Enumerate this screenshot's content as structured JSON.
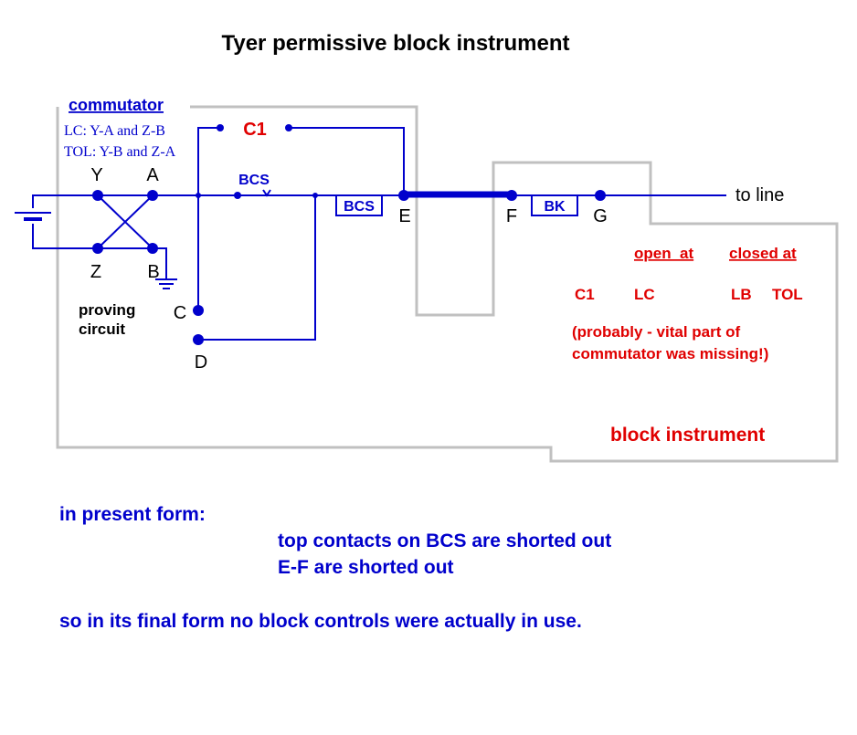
{
  "title": "Tyer permissive block instrument",
  "colors": {
    "wire": "#0000cc",
    "red": "#e00000",
    "outline": "#c0c0c0",
    "text": "#000000"
  },
  "commutator": {
    "title": "commutator",
    "line1": "LC: Y-A and Z-B",
    "line2": "TOL: Y-B and Z-A"
  },
  "terminals": {
    "Y": "Y",
    "A": "A",
    "Z": "Z",
    "B": "B",
    "C": "C",
    "D": "D",
    "E": "E",
    "F": "F",
    "G": "G"
  },
  "labels": {
    "c1": "C1",
    "bcs_contact": "BCS",
    "bcs_box": "BCS",
    "bk_box": "BK",
    "to_line": "to line",
    "proving1": "proving",
    "proving2": "circuit",
    "block_instrument": "block instrument"
  },
  "contacts_table": {
    "open_at": "open  at",
    "closed_at": "closed at",
    "row_name": "C1",
    "open_value": "LC",
    "closed_value_1": "LB",
    "closed_value_2": "TOL",
    "note1": "(probably - vital part of",
    "note2": "commutator was missing!)"
  },
  "notes": {
    "heading": "in present form:",
    "line1": "top contacts on BCS are shorted out",
    "line2": "E-F are shorted out",
    "conclusion": "so in its final form no block controls were actually in use."
  }
}
